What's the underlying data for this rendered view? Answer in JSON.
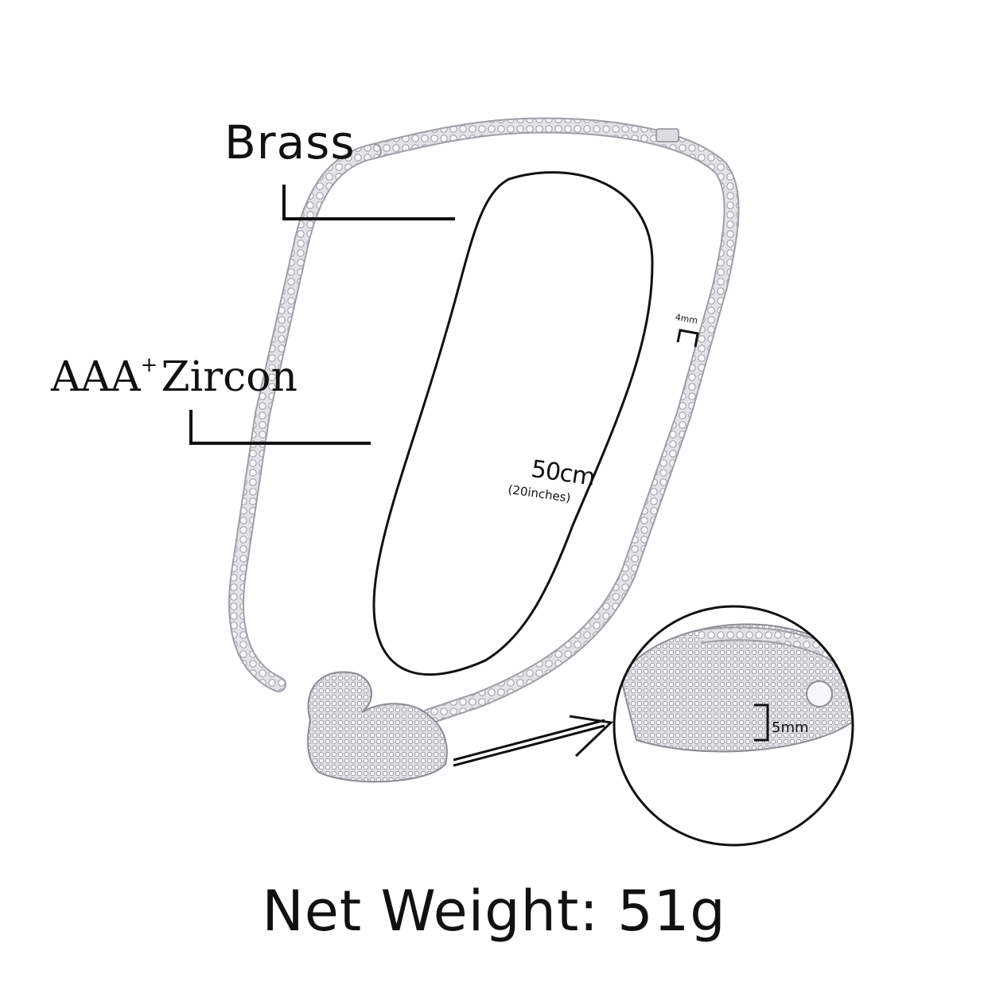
{
  "labels": {
    "material_top": "Brass",
    "stone_main": "AAA",
    "stone_sup": "+",
    "stone_rest": "Zircon",
    "chain_width": "4mm",
    "length_cm": "50cm",
    "length_in": "(20inches)",
    "pendant_thickness": "5mm",
    "net_weight": "Net Weight: 51g"
  },
  "colors": {
    "background": "#ffffff",
    "ink": "#111111",
    "metal": "#d9dadd",
    "metal_shadow": "#a9abb0",
    "stone": "#f3f4f7"
  }
}
